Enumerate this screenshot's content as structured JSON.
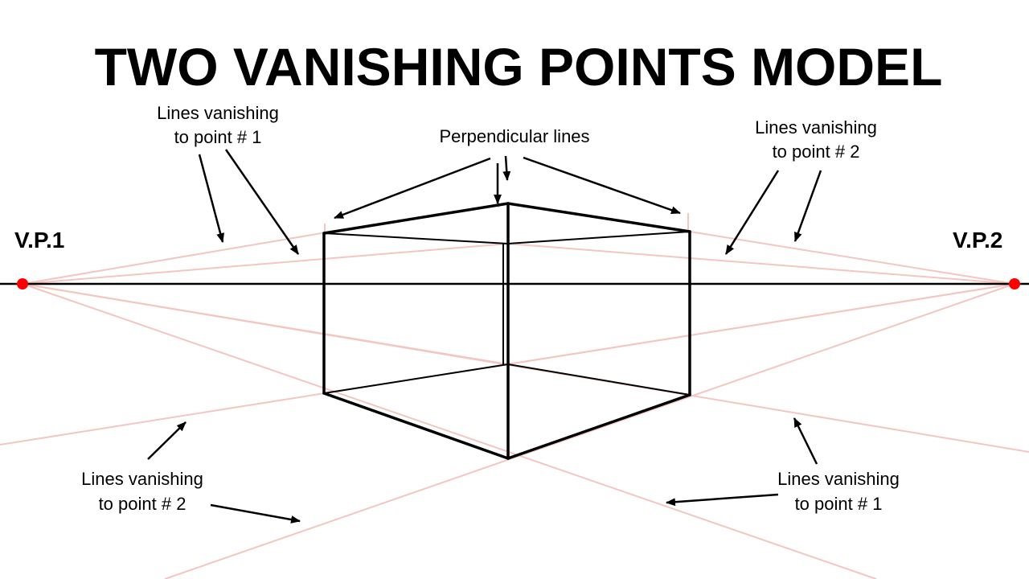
{
  "title": "TWO VANISHING POINTS MODEL",
  "vanishing_points": {
    "left_label": "V.P.1",
    "right_label": "V.P.2",
    "color": "#ff0000"
  },
  "annotations": {
    "top_left": {
      "line1": "Lines vanishing",
      "line2": "to point # 1"
    },
    "top_center": {
      "line1": "Perpendicular lines"
    },
    "top_right": {
      "line1": "Lines vanishing",
      "line2": "to point # 2"
    },
    "bottom_left": {
      "line1": "Lines vanishing",
      "line2": "to point # 2"
    },
    "bottom_right": {
      "line1": "Lines vanishing",
      "line2": "to point # 1"
    }
  },
  "colors": {
    "guide_lines": "#f3c6c0",
    "cube": "#000000",
    "horizon": "#000000"
  }
}
